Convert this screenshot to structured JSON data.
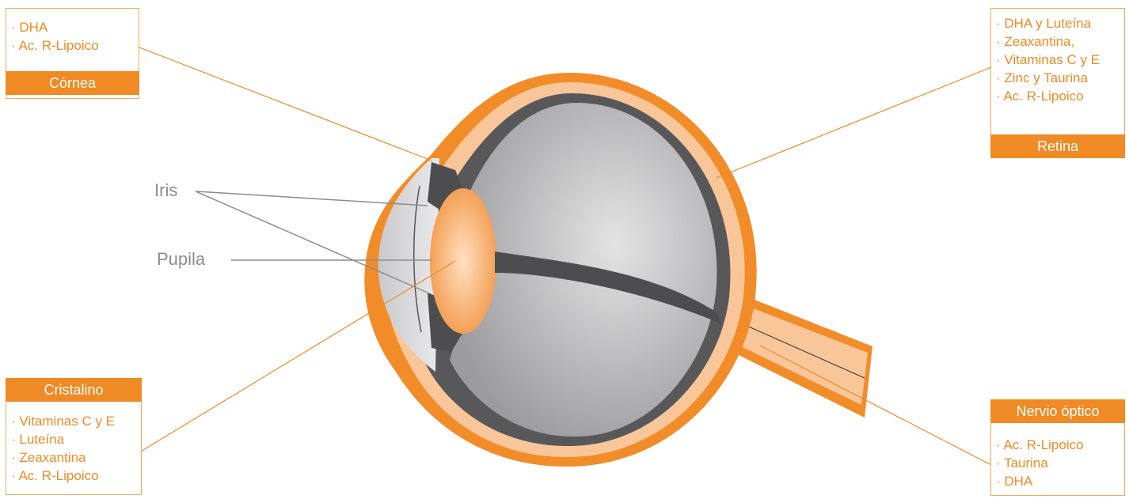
{
  "colors": {
    "accent": "#f08a24",
    "label_gray": "#8c8c8c",
    "sclera": "#f5a55a",
    "vitreous": "#b8b8b8",
    "dark_tissue": "#4d4d4f"
  },
  "labels": {
    "iris": "Iris",
    "pupila": "Pupila"
  },
  "boxes": {
    "cornea": {
      "title": "Córnea",
      "items": [
        "DHA",
        "Ac. R-Lipoico"
      ]
    },
    "retina": {
      "title": "Retina",
      "items": [
        "DHA y Luteína",
        "Zeaxantina,",
        "Vitaminas C y E",
        "Zinc y Taurina",
        "Ac. R-Lipoico"
      ]
    },
    "cristalino": {
      "title": "Cristalino",
      "items": [
        "Vitaminas C y E",
        "Luteína",
        "Zeaxantina",
        "Ac. R-Lipoico"
      ]
    },
    "nervio": {
      "title": "Nervio óptico",
      "items": [
        "Ac. R-Lipoico",
        "Taurina",
        "DHA"
      ]
    }
  }
}
